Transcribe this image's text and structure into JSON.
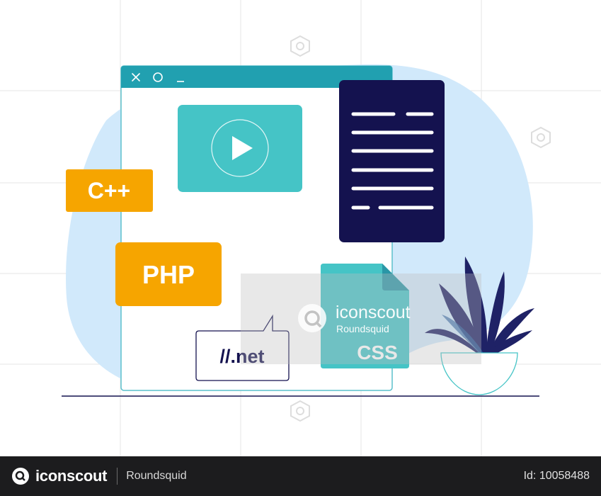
{
  "labels": {
    "cpp": "C++",
    "php": "PHP",
    "dotnet": "//.net",
    "css": "CSS"
  },
  "watermark": {
    "brand": "iconscout",
    "author": "Roundsquid"
  },
  "footer": {
    "brand": "iconscout",
    "author": "Roundsquid",
    "asset_id": "Id: 10058488"
  },
  "colors": {
    "blob": "#d1e9fb",
    "window_bar": "#21a0b0",
    "window_border": "#5cc0cc",
    "video": "#45c4c6",
    "document": "#14124f",
    "orange": "#f6a500",
    "css_file": "#45c4c6",
    "plant": "#1f2266",
    "footer_bg": "#1c1c1e"
  },
  "icons": [
    "close-icon",
    "maximize-icon",
    "minimize-icon",
    "play-icon",
    "speech-bubble-icon",
    "iconscout-logo-icon"
  ]
}
